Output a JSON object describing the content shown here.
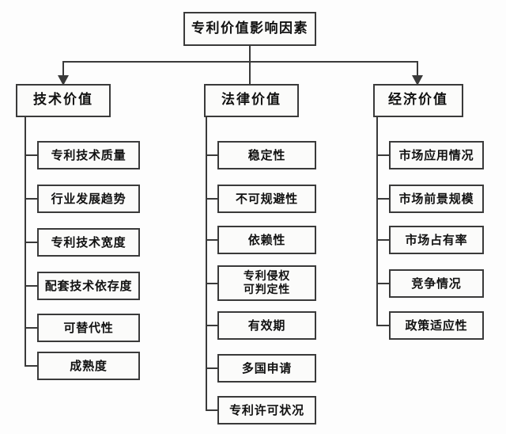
{
  "diagram": {
    "title": "专利价值影响因素",
    "root": {
      "label": "专利价值影响因素"
    },
    "branches": [
      {
        "label": "技术价值",
        "children": [
          {
            "label": "专利技术质量"
          },
          {
            "label": "行业发展趋势"
          },
          {
            "label": "专利技术宽度"
          },
          {
            "label": "配套技术依存度"
          },
          {
            "label": "可替代性"
          },
          {
            "label": "成熟度"
          }
        ]
      },
      {
        "label": "法律价值",
        "children": [
          {
            "label": "稳定性"
          },
          {
            "label": "不可规避性"
          },
          {
            "label": "依赖性"
          },
          {
            "label": "专利侵权\n可判定性"
          },
          {
            "label": "有效期"
          },
          {
            "label": "多国申请"
          },
          {
            "label": "专利许可状况"
          }
        ]
      },
      {
        "label": "经济价值",
        "children": [
          {
            "label": "市场应用情况"
          },
          {
            "label": "市场前景规模"
          },
          {
            "label": "市场占有率"
          },
          {
            "label": "竞争情况"
          },
          {
            "label": "政策适应性"
          }
        ]
      }
    ],
    "colors": {
      "line": "#3a3a3a",
      "box_fill": "#fbfbfa",
      "box_border": "#3a3a3a",
      "text": "#111111",
      "background": "#fdfdfd"
    }
  }
}
